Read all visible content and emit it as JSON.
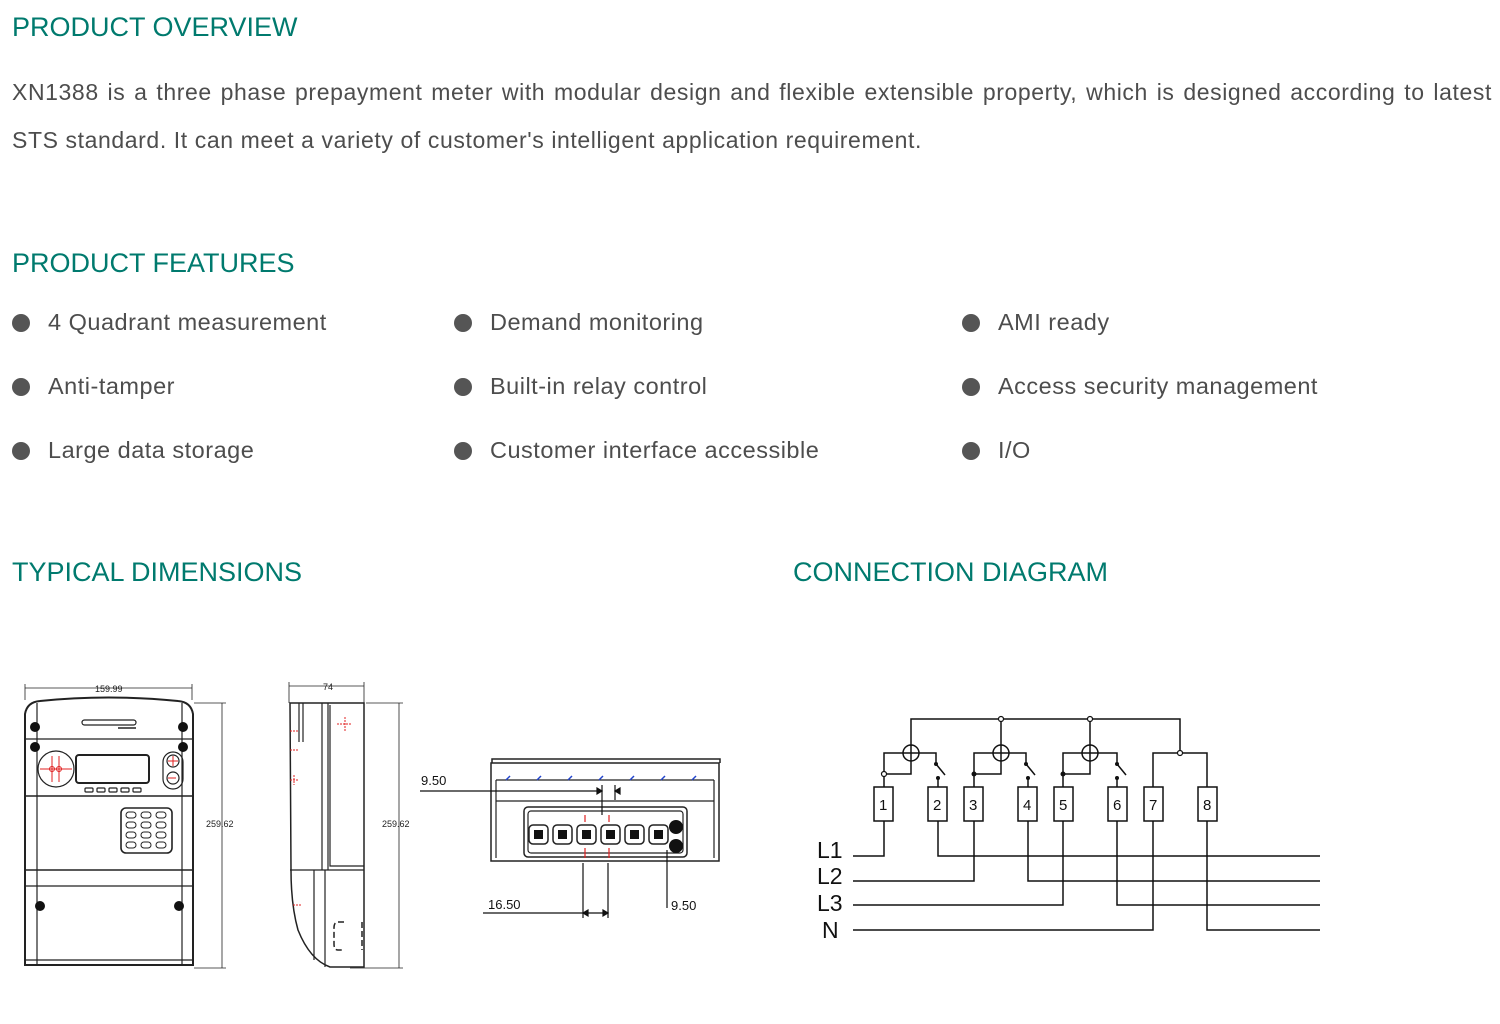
{
  "overview": {
    "heading": "PRODUCT OVERVIEW",
    "text": "XN1388 is a three phase prepayment meter with modular design and flexible extensible property, which is designed according to latest STS standard. It can meet a variety of customer's intelligent application requirement."
  },
  "features": {
    "heading": "PRODUCT FEATURES",
    "items": [
      "4 Quadrant measurement",
      "Demand monitoring",
      "AMI ready",
      "Anti-tamper",
      "Built-in relay control",
      "Access security management",
      "Large data storage",
      "Customer interface accessible",
      "I/O"
    ]
  },
  "dimensions": {
    "heading": "TYPICAL DIMENSIONS",
    "front_width": "159.99",
    "front_height": "259.62",
    "side_depth": "74",
    "side_height": "259.62",
    "bottom_top_gap": "9.50",
    "bottom_pitch": "16.50",
    "bottom_right_gap": "9.50"
  },
  "connection": {
    "heading": "CONNECTION DIAGRAM",
    "terminals": [
      "1",
      "2",
      "3",
      "4",
      "5",
      "6",
      "7",
      "8"
    ],
    "lines": [
      "L1",
      "L2",
      "L3",
      "N"
    ]
  },
  "colors": {
    "heading": "#007a6e",
    "text": "#4d4d4d",
    "bullet": "#555555"
  }
}
